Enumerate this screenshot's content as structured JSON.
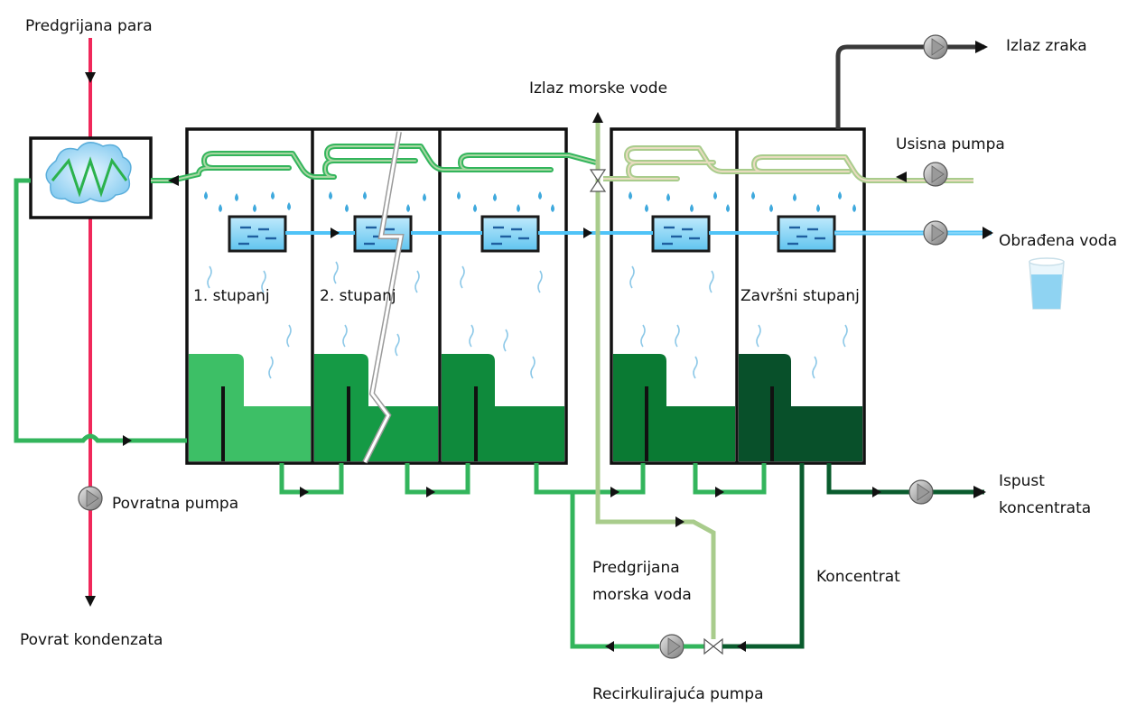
{
  "labels": {
    "steam_in": "Predgrijana para",
    "condensate_return": "Povrat kondenzata",
    "return_pump": "Povratna pumpa",
    "stage1": "1. stupanj",
    "stage2": "2. stupanj",
    "final_stage": "Završni stupanj",
    "seawater_out": "Izlaz morske vode",
    "air_out": "Izlaz zraka",
    "suction_pump": "Usisna pumpa",
    "product_water": "Obrađena voda",
    "brine_discharge_1": "Ispust",
    "brine_discharge_2": "koncentrata",
    "preheated_seawater_1": "Predgrijana",
    "preheated_seawater_2": "morska voda",
    "concentrate": "Koncentrat",
    "recirc_pump": "Recirkulirajuća pumpa"
  },
  "colors": {
    "steam": "#f0285a",
    "brine": "#33b55c",
    "seawater": "#a9cc8c",
    "distillate": "#4fc3f7",
    "air": "#3a3a3a",
    "concentrate": "#0a5c2e",
    "stage_fill": [
      "#3dbf66",
      "#159a45",
      "#0f8a3c",
      "#0a7a33",
      "#08502a"
    ]
  },
  "icons": {
    "heat_exchanger": "heat-exchanger-icon",
    "pump": "pump-icon",
    "valve": "valve-icon",
    "glass": "water-glass-icon"
  }
}
